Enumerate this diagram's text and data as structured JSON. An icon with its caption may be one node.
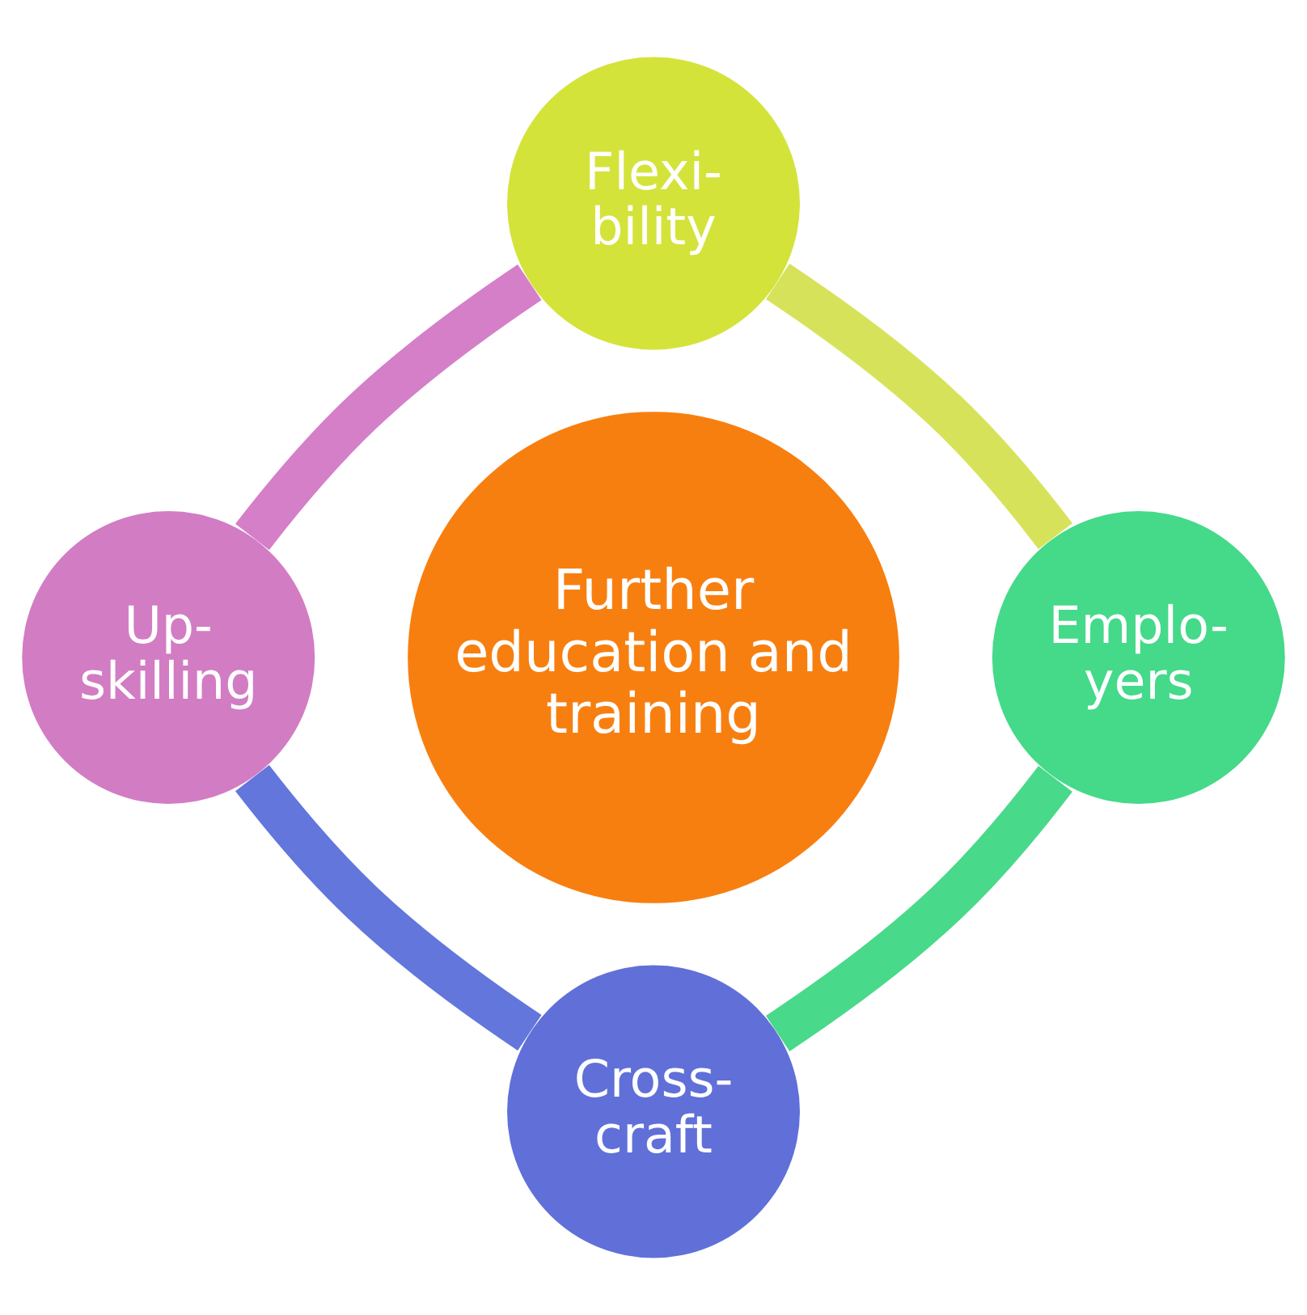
{
  "diagram": {
    "nodes": [
      {
        "text": [
          "Further education and training"
        ]
      },
      {
        "text": [
          "Flexi- bility"
        ]
      },
      {
        "text": [
          "Emplo- yers"
        ]
      },
      {
        "text": [
          "Cross- craft"
        ]
      },
      {
        "text": [
          "Up- skilling"
        ]
      }
    ],
    "edges": [
      {
        "from": 1,
        "to": 2,
        "arrow": "none",
        "color": "#d6e35a"
      },
      {
        "from": 2,
        "to": 3,
        "arrow": "none",
        "color": "#48d98a"
      },
      {
        "from": 3,
        "to": 4,
        "arrow": "none",
        "color": "#6276dc"
      },
      {
        "from": 4,
        "to": 1,
        "arrow": "none",
        "color": "#d47fc8"
      }
    ]
  }
}
